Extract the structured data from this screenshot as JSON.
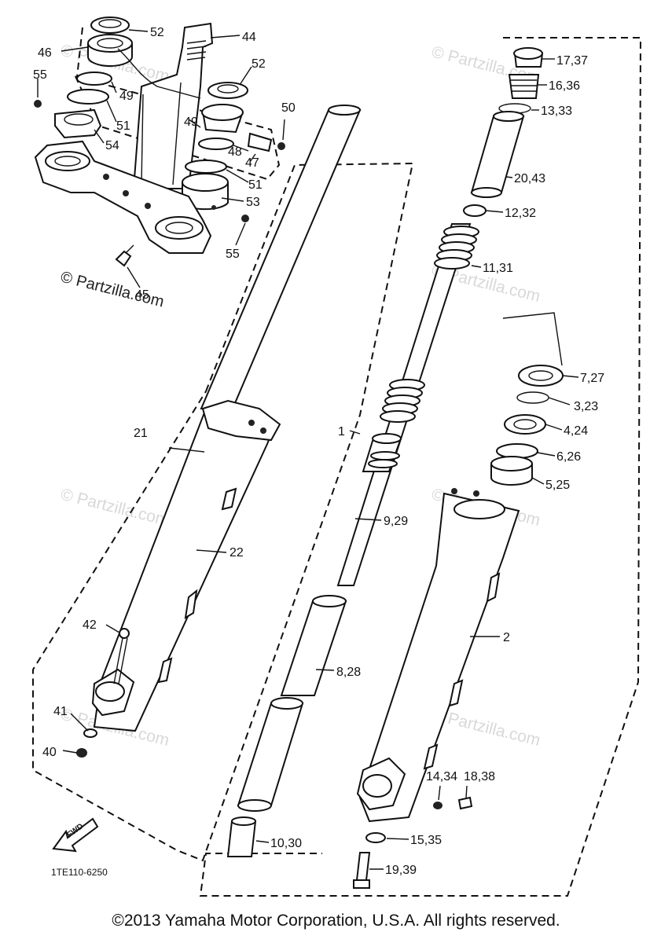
{
  "watermarks": {
    "partzilla_dark": "© Partzilla.com",
    "partzilla_light": "© Partzilla.com"
  },
  "forward_marker": "FWD",
  "drawing_code": "1TE110-6250",
  "copyright": "©2013 Yamaha Motor Corporation, U.S.A. All rights reserved.",
  "callouts": {
    "c52a": "52",
    "c44": "44",
    "c46": "46",
    "c55a": "55",
    "c49a": "49",
    "c51a": "51",
    "c54": "54",
    "c52b": "52",
    "c50": "50",
    "c49b": "49",
    "c48": "48",
    "c47": "47",
    "c51b": "51",
    "c53": "53",
    "c55b": "55",
    "c45": "45",
    "c17_37": "17,37",
    "c16_36": "16,36",
    "c13_33": "13,33",
    "c20_43": "20,43",
    "c12_32": "12,32",
    "c11_31": "11,31",
    "c7_27": "7,27",
    "c3_23": "3,23",
    "c4_24": "4,24",
    "c6_26": "6,26",
    "c5_25": "5,25",
    "c21": "21",
    "c1": "1",
    "c9_29": "9,29",
    "c22": "22",
    "c2": "2",
    "c42": "42",
    "c8_28": "8,28",
    "c41": "41",
    "c40": "40",
    "c14_34": "14,34",
    "c18_38": "18,38",
    "c10_30": "10,30",
    "c15_35": "15,35",
    "c19_39": "19,39"
  }
}
